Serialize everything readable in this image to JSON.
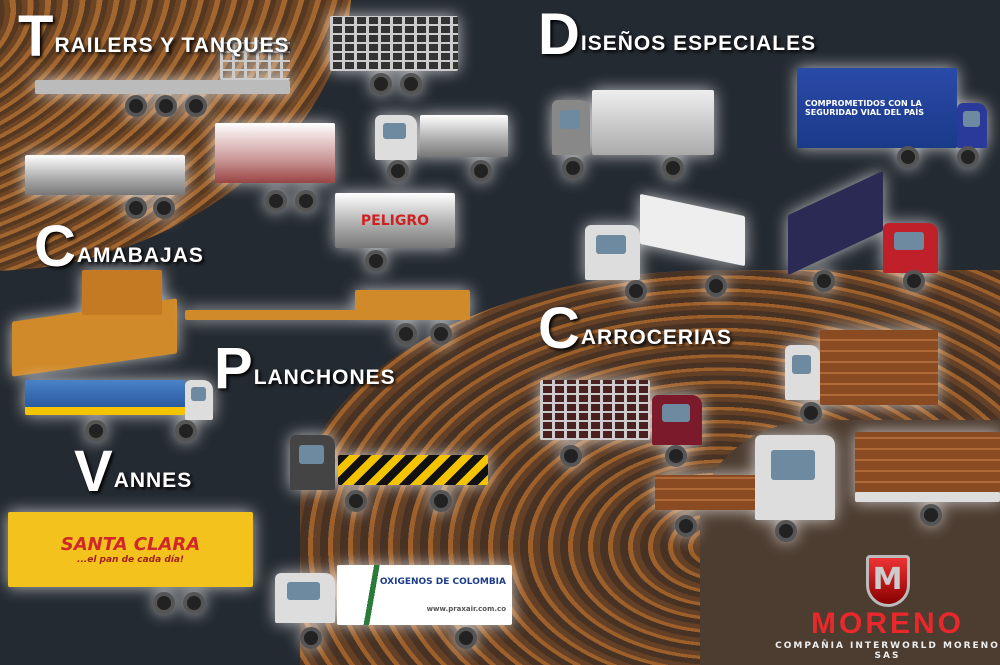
{
  "sections": {
    "trailers": {
      "initial": "T",
      "rest": "RAILERS Y TANQUES"
    },
    "disenos": {
      "initial": "D",
      "rest": "ISEÑOS ESPECIALES"
    },
    "camabajas": {
      "initial": "C",
      "rest": "AMABAJAS"
    },
    "planchones": {
      "initial": "P",
      "rest": "LANCHONES"
    },
    "carrocerias": {
      "initial": "C",
      "rest": "ARROCERIAS"
    },
    "vannes": {
      "initial": "V",
      "rest": "ANNES"
    }
  },
  "truck_texts": {
    "peligro": "PELIGRO",
    "seguridad": "COMPROMETIDOS CON LA SEGURIDAD VIAL DEL PAÍS",
    "santa_clara": "SANTA CLARA",
    "slogan": "...el pan de cada día!",
    "oxigenos": "OXIGENOS DE COLOMBIA",
    "web": "www.praxair.com.co"
  },
  "logo": {
    "mark": "M",
    "brand": "MORENO",
    "tagline": "COMPAÑIA INTERWORLD MORENO SAS"
  },
  "colors": {
    "background": "#242a31",
    "accent": "#e8282a",
    "swirl": "#b8702e"
  }
}
